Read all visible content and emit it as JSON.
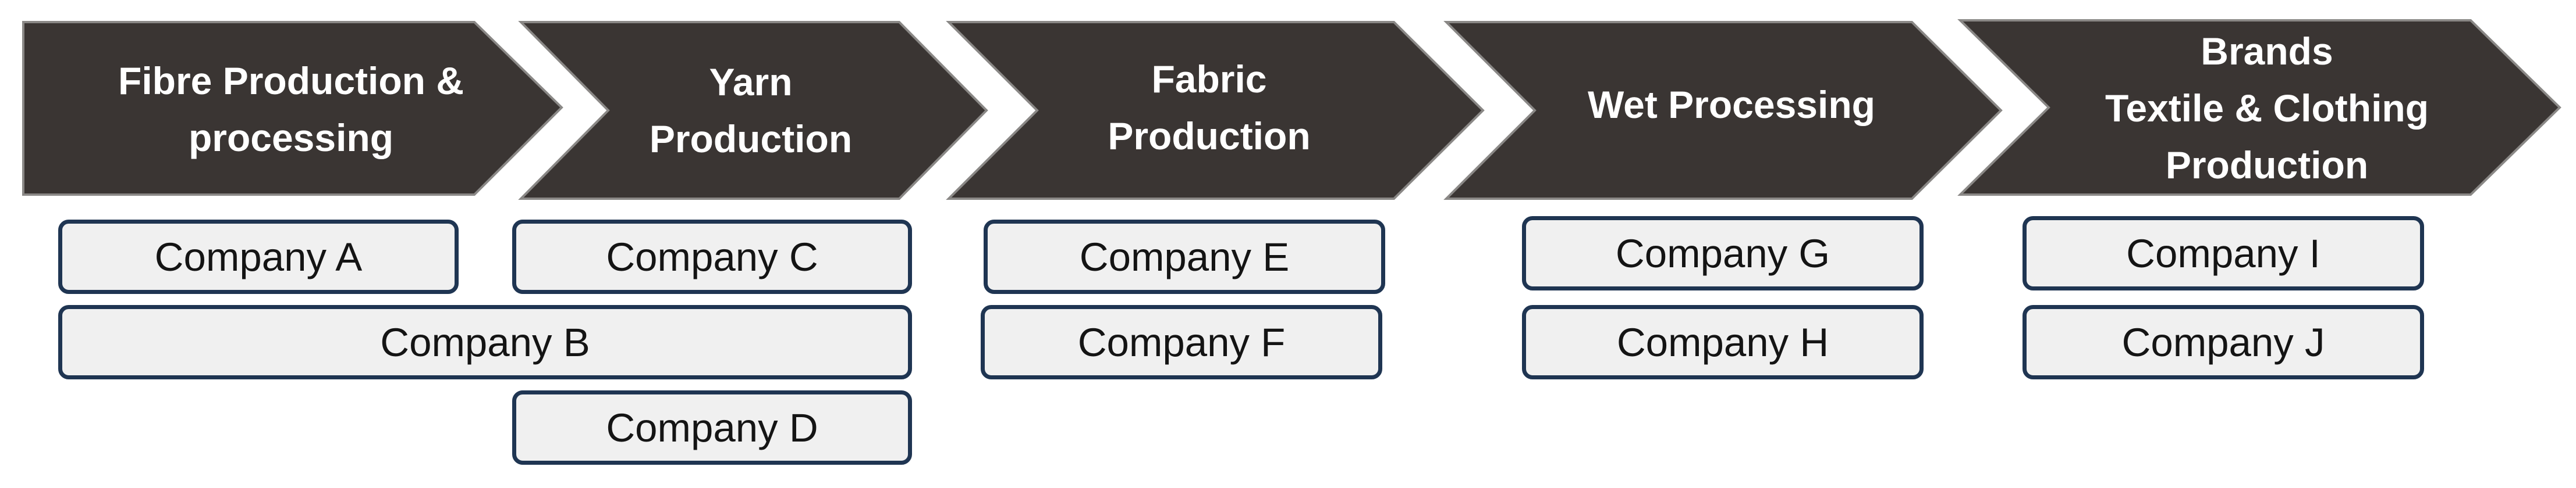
{
  "stages": [
    {
      "id": "fibre",
      "label": "Fibre Production &\nprocessing"
    },
    {
      "id": "yarn",
      "label": "Yarn\nProduction"
    },
    {
      "id": "fabric",
      "label": "Fabric\nProduction"
    },
    {
      "id": "wet",
      "label": "Wet Processing"
    },
    {
      "id": "brands",
      "label": "Brands\nTextile & Clothing\nProduction"
    }
  ],
  "companies": [
    {
      "id": "a",
      "label": "Company A",
      "stages": [
        "Fibre Production & processing"
      ]
    },
    {
      "id": "b",
      "label": "Company B",
      "stages": [
        "Fibre Production & processing",
        "Yarn Production"
      ]
    },
    {
      "id": "c",
      "label": "Company C",
      "stages": [
        "Yarn Production"
      ]
    },
    {
      "id": "d",
      "label": "Company D",
      "stages": [
        "Yarn Production"
      ]
    },
    {
      "id": "e",
      "label": "Company E",
      "stages": [
        "Fabric Production"
      ]
    },
    {
      "id": "f",
      "label": "Company F",
      "stages": [
        "Fabric Production"
      ]
    },
    {
      "id": "g",
      "label": "Company G",
      "stages": [
        "Wet Processing"
      ]
    },
    {
      "id": "h",
      "label": "Company H",
      "stages": [
        "Wet Processing"
      ]
    },
    {
      "id": "i",
      "label": "Company I",
      "stages": [
        "Brands Textile & Clothing Production"
      ]
    },
    {
      "id": "j",
      "label": "Company J",
      "stages": [
        "Brands Textile & Clothing Production"
      ]
    }
  ],
  "colors": {
    "chevron_fill": "#3a3533",
    "chevron_text": "#ffffff",
    "box_fill": "#f0f0f0",
    "box_border": "#1f3552",
    "box_text": "#141414"
  }
}
